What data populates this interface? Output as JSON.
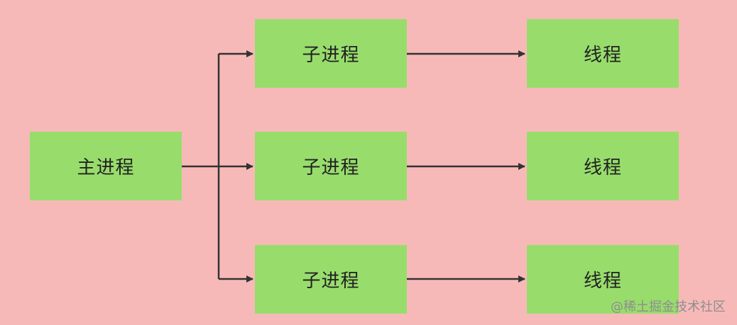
{
  "nodes": {
    "main_process": "主进程",
    "child_process_1": "子进程",
    "child_process_2": "子进程",
    "child_process_3": "子进程",
    "thread_1": "线程",
    "thread_2": "线程",
    "thread_3": "线程"
  },
  "watermark": "@稀土掘金技术社区",
  "colors": {
    "background": "#f7b9b8",
    "node_fill": "#98dd6c",
    "connector": "#333333"
  }
}
